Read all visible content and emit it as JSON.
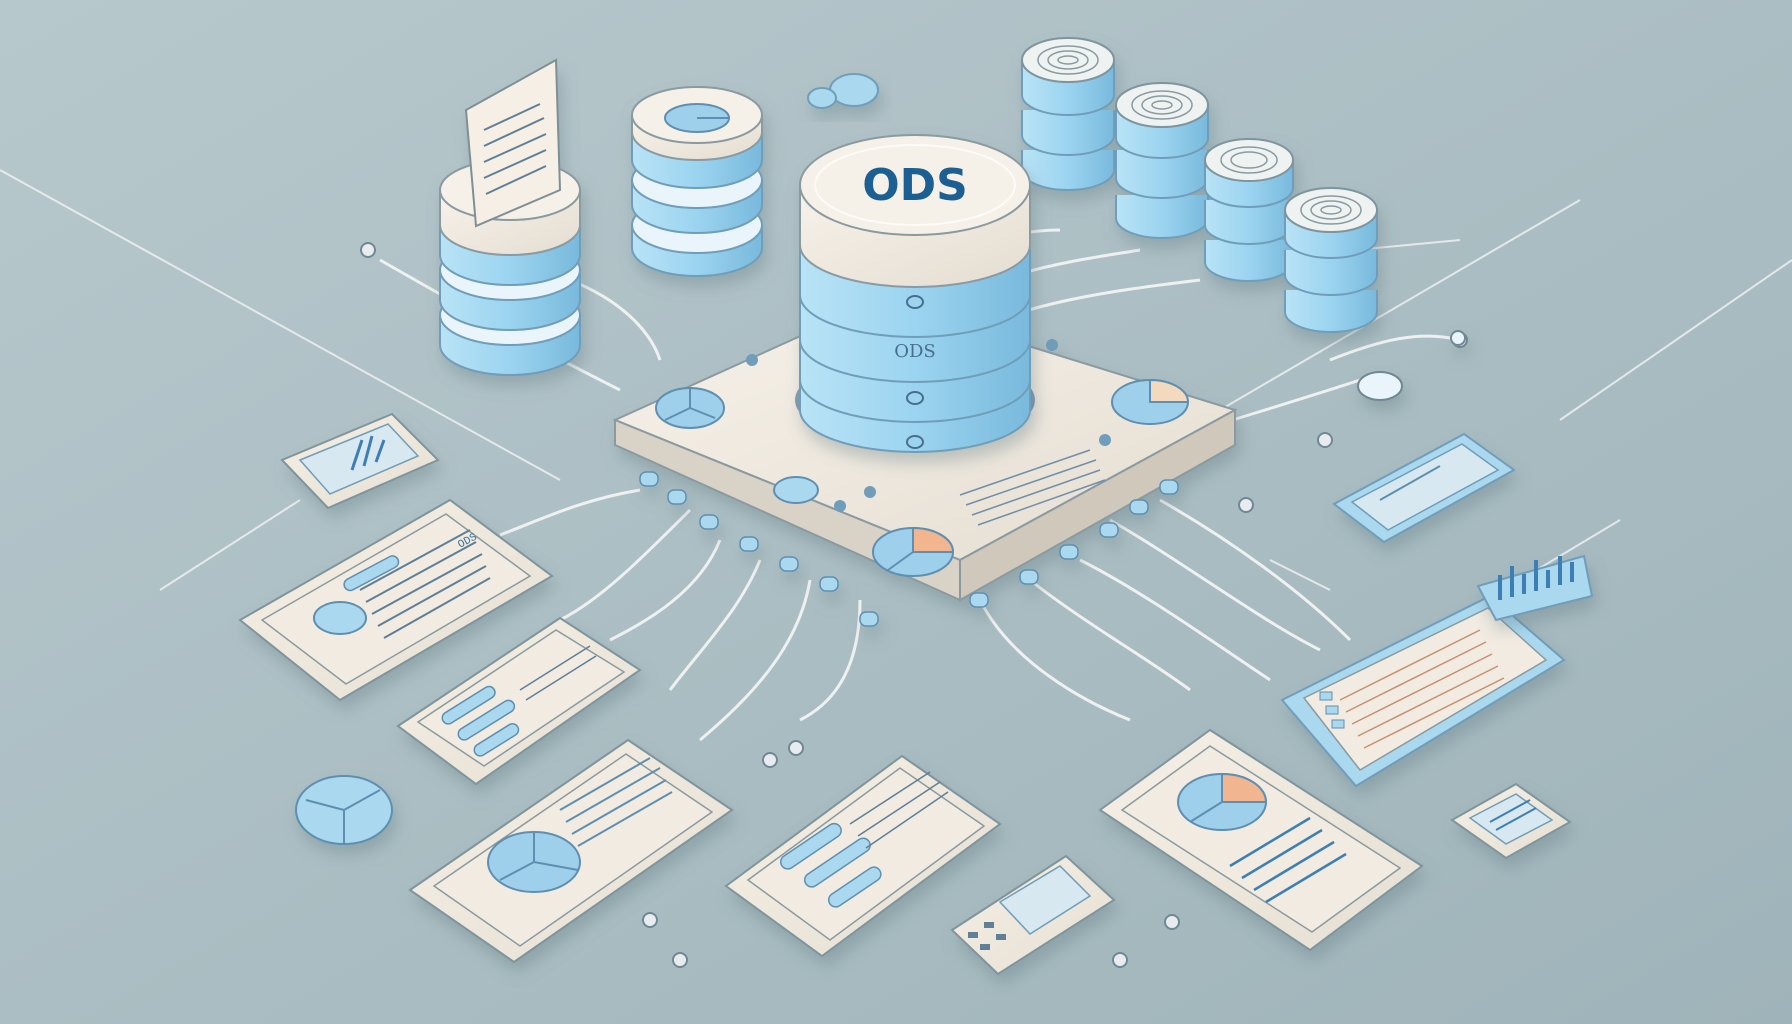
{
  "central_node": {
    "top_label": "ODS",
    "band_label": "ODS"
  },
  "device_labels": {
    "tablet_left": "ODS"
  },
  "colors": {
    "background": "#a9bcc1",
    "panel": "#efe9df",
    "accent_blue": "#8ec9ea",
    "dark_blue": "#2c6ea0",
    "peach": "#f1b58f",
    "wire": "#e5e7e8"
  },
  "icons": [
    "database-stack-icon",
    "document-icon",
    "fingerprint-disc-icon",
    "pie-chart-icon",
    "bar-chart-icon",
    "tablet-icon",
    "phone-icon",
    "connector-node-icon"
  ]
}
